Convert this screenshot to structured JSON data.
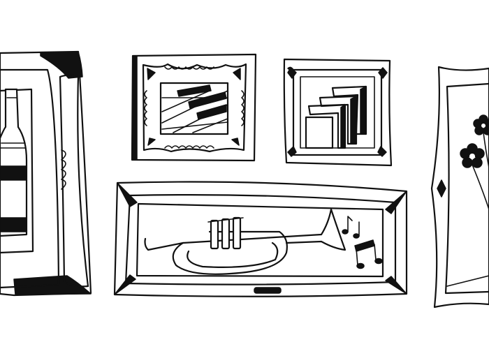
{
  "illustration": {
    "style": "black line-art doodle",
    "colors": {
      "ink": "#111111",
      "paper": "#ffffff"
    },
    "frames": [
      {
        "id": "bottle",
        "subject": "bottle-icon"
      },
      {
        "id": "piano",
        "subject": "piano-keys-icon"
      },
      {
        "id": "abstract",
        "subject": "abstract-squares-icon"
      },
      {
        "id": "trumpet",
        "subject": "trumpet-icon"
      },
      {
        "id": "flowers",
        "subject": "flower-icon"
      }
    ]
  }
}
